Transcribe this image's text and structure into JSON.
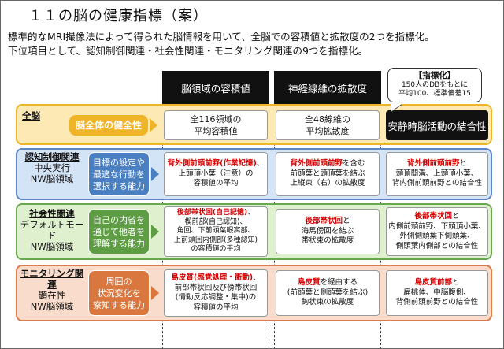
{
  "title": "１１の脳の健康指標（案）",
  "description": {
    "line1": "標準的なMRI撮像法によって得られた脳情報を用いて、全脳での容積値と拡散度の2つを指標化。",
    "line2": "下位項目として、認知制御関連・社会性関連・モニタリング関連の9つを指標化。"
  },
  "columns": {
    "volume": "脳領域の容積値",
    "diffusion": "神経線維の拡散度"
  },
  "callout": {
    "title": "【指標化】",
    "line1": "150人のDBをもとに",
    "line2": "平均100、標準偏差15"
  },
  "rows": {
    "whole": {
      "label": "全脳",
      "sub": "脳全体の健全性",
      "volume": {
        "line1": "全116領域の",
        "line2": "平均容積値"
      },
      "diffusion": {
        "line1": "全48線維の",
        "line2": "平均拡散度"
      },
      "resting": "安静時脳活動の結合性"
    },
    "cognitive": {
      "label1": "認知制御関連",
      "label2": "中央実行",
      "label3": "NW脳領域",
      "sub1": "目標の設定や",
      "sub2": "最適な行動を",
      "sub3": "選択する能力",
      "volume": {
        "red": "背外側前頭前野(作業記憶)",
        "l1": "、",
        "l2": "上頭頂小葉（注意）の",
        "l3": "容積値の平均"
      },
      "diffusion": {
        "red": "背外側前頭前野",
        "l1": "を含む",
        "l2": "前頭葉と頭頂葉を結ぶ",
        "l3": "上縦束（右）の拡散度"
      },
      "resting": {
        "red": "背外側前頭前野",
        "l1": "と",
        "l2": "頭頂間溝、上頭頂小葉、",
        "l3": "背内側前頭前野との結合性"
      }
    },
    "social": {
      "label1": "社会性関連",
      "label2": "デフォルトモード",
      "label3": "NW脳領域",
      "sub1": "自己の内省を",
      "sub2": "通じて他者を",
      "sub3": "理解する能力",
      "volume": {
        "red": "後部帯状回(自己記憶)",
        "l1": "、",
        "l2": "楔前部(自己認知)、",
        "l3": "角回、下前頭葉眼窩部、",
        "l4": "上前頭回内側部(多種認知)",
        "l5": "の容積値の平均"
      },
      "diffusion": {
        "red": "後部帯状回",
        "l1": "と",
        "l2": "海馬傍回を結ぶ",
        "l3": "帯状束の拡散度"
      },
      "resting": {
        "red": "後部帯状回",
        "l1": "と",
        "l2": "内側前頭前野、下頭頂小葉、",
        "l3": "外側側頭葉下側頭葉、",
        "l4": "側頭葉内側部との結合性"
      }
    },
    "monitoring": {
      "label1": "モニタリング関連",
      "label2": "顕在性",
      "label3": "NW脳領域",
      "sub1": "周囲の",
      "sub2": "状況変化を",
      "sub3": "察知する能力",
      "volume": {
        "red": "島皮質(感覚処理・衝動)",
        "l1": "、",
        "l2": "前部帯状回及び傍帯状回",
        "l3": "(情動反応調整・集中)の",
        "l4": "容積値の平均"
      },
      "diffusion": {
        "red": "島皮質",
        "l1": "を経由する",
        "l2": "(前頭葉と側頭葉を結ぶ)",
        "l3": "鉤状束の拡散度"
      },
      "resting": {
        "red": "島皮質前部",
        "l1": "と",
        "l2": "扁桃体、中脳腹側、",
        "l3": "背側前頭前野との結合性"
      }
    }
  },
  "colors": {
    "yellow": "#f0b429",
    "blue": "#4a7fc1",
    "green": "#5f9d45",
    "orange": "#d9773f",
    "red_text": "#d40000"
  }
}
